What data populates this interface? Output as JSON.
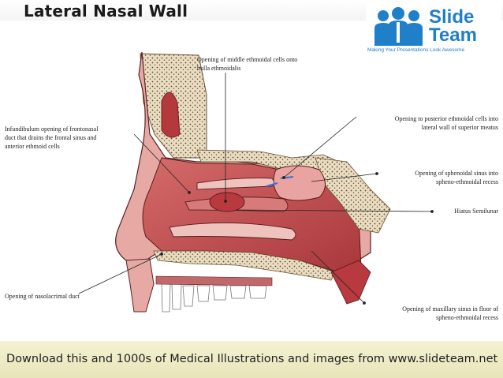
{
  "slide": {
    "title": "Lateral Nasal Wall"
  },
  "logo": {
    "brand_line1": "Slide",
    "brand_line2": "Team",
    "tagline": "Making Your Presentations Look Awesome"
  },
  "labels": {
    "middle_ethmoidal": [
      "Opening of middle ethmoidal cells onto",
      "bulla ethmoidalis"
    ],
    "infundibulum": [
      "Infundibulum opening of frontonasal",
      "duct that drains the frontal sinus and",
      "anterior ethmoid cells"
    ],
    "posterior_ethmoidal": [
      "Opening to posterior ethmoidal cells into",
      "lateral wall of superior meatus"
    ],
    "sphenoidal": [
      "Opening of sphenoidal sinus into",
      "spheno-ethmoidal recess"
    ],
    "hiatus": "Hiatus Semilunar",
    "nasolacrimal": "Opening of nasolacrimal duct",
    "maxillary": [
      "Opening of maxillary sinus in floor of",
      "spheno-ethmoidal recess"
    ]
  },
  "footer": {
    "text": "Download this and 1000s of Medical Illustrations and images from www.slideteam.net"
  },
  "colors": {
    "flesh_dark": "#a7353a",
    "flesh_mid": "#c9585b",
    "flesh_light": "#e9a3a0",
    "bone": "#e9dcc0",
    "bone_dots": "#5a4a34",
    "brand_blue": "#1f7fc9",
    "footer_bg": "#efecc7"
  }
}
